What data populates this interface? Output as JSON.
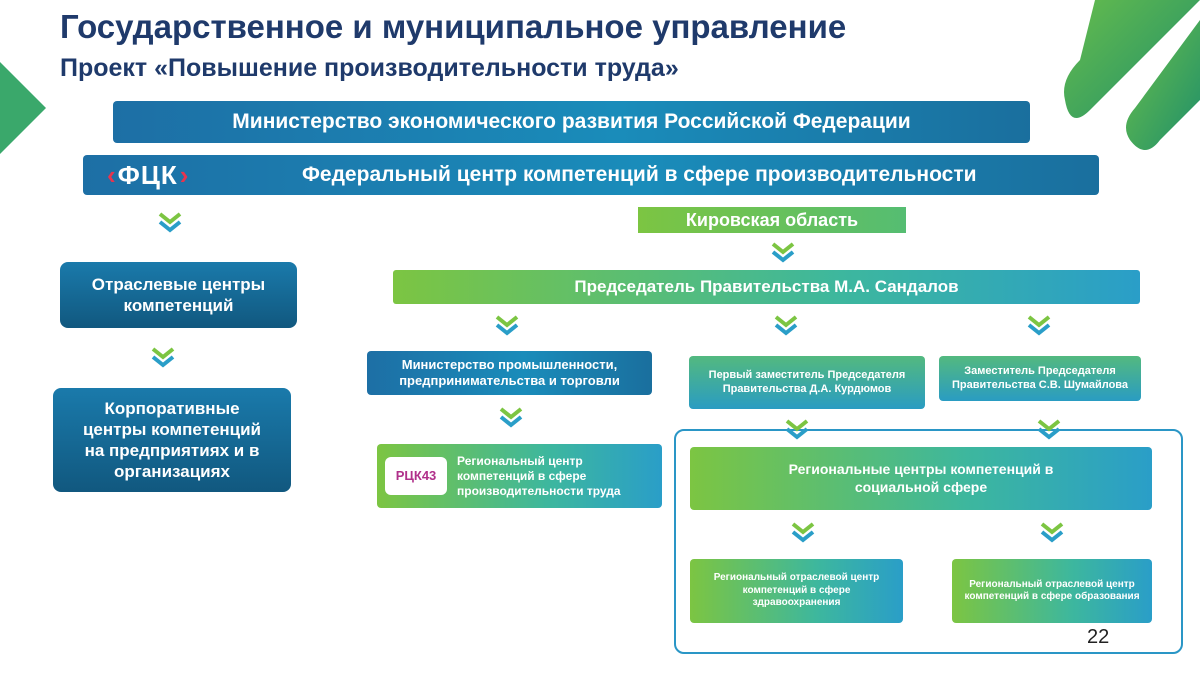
{
  "slide": {
    "title_line1": "Государственное и муниципальное управление",
    "title_line2": "Проект «Повышение производительности труда»",
    "page_number": "22"
  },
  "colors": {
    "title": "#1f3a6b",
    "blue": "#1a8cba",
    "green": "#7cc542",
    "teal": "#3db79e",
    "accent_red": "#e8344e"
  },
  "top": {
    "ministry_economic_development": "Министерство экономического развития Российской Федерации",
    "frck_logo_text": "ФЦК",
    "federal_center": "Федеральный центр компетенций в сфере производительности"
  },
  "left_branch": {
    "industry_centers": "Отраслевые центры компетенций",
    "corporate_centers": "Корпоративные центры компетенций на предприятиях и в организациях"
  },
  "kirov": {
    "region": "Кировская область",
    "chairman": "Председатель Правительства М.А. Сандалов",
    "ministry_industry": "Министерство промышленности, предпринимательства и торговли",
    "first_deputy": "Первый заместитель Председателя Правительства Д.А. Курдюмов",
    "deputy": "Заместитель Председателя Правительства С.В. Шумайлова",
    "rck_logo_text": "РЦК43",
    "regional_center_productivity": "Региональный центр компетенций в сфере производительности труда",
    "regional_centers_social": "Региональные центры компетенций в социальной сфере",
    "healthcare_center": "Региональный отраслевой центр компетенций в сфере здравоохранения",
    "education_center": "Региональный отраслевой центр компетенций в сфере образования"
  },
  "icons": [
    "chevron-down-icon",
    "frck-logo",
    "rck43-logo",
    "decor-stripe"
  ]
}
